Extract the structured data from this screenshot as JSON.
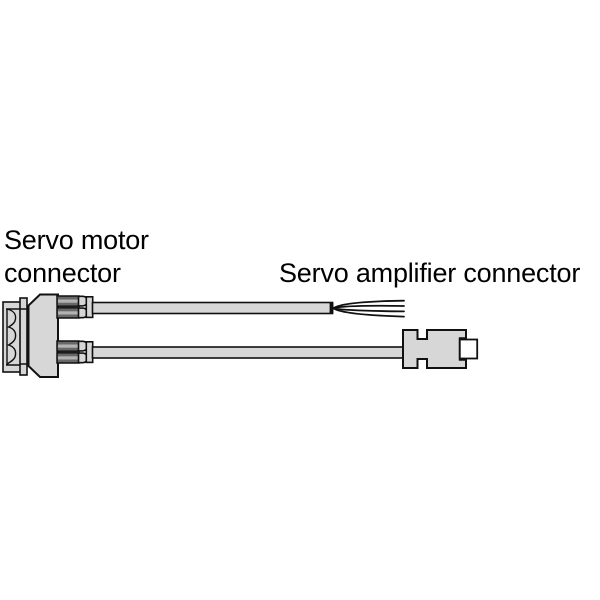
{
  "labels": {
    "servo_motor_line1": "Servo motor",
    "servo_motor_line2": "connector",
    "servo_amplifier": "Servo amplifier connector"
  },
  "colors": {
    "background": "#ffffff",
    "text": "#000000",
    "outline": "#111111",
    "connector_fill": "#d7d7d7",
    "pin_fill": "#686868",
    "pin_stripe": "#b2b2b2"
  }
}
